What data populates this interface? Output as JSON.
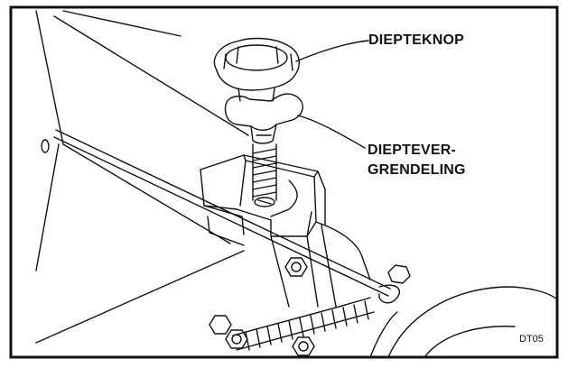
{
  "labels": {
    "depth_knob": "DIEPTEKNOP",
    "depth_lock_line1": "DIEPTEVER-",
    "depth_lock_line2": "GRENDELING"
  },
  "figure_code": "DT05",
  "colors": {
    "ink": "#111111",
    "background": "#ffffff"
  }
}
